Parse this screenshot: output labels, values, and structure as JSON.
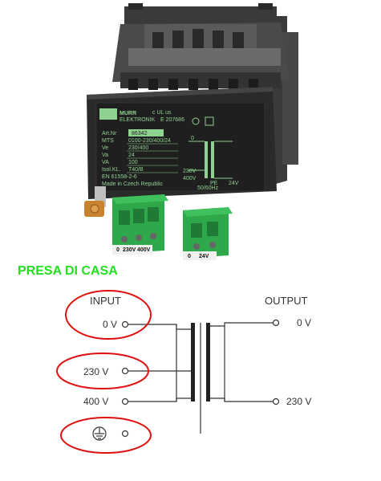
{
  "title": "PRESA DI CASA",
  "colors": {
    "title": "#20e020",
    "highlight_ellipse": "#e01010",
    "transformer_body": "#2a2a2a",
    "terminal_block": "#2ea84a",
    "label_plate": "#8fd18f"
  },
  "product_label": {
    "brand": "MURR",
    "brand_sub": "ELEKTRONIK",
    "cert": "c UL us",
    "cert_number": "E 207686",
    "art_no_label": "Art.Nr",
    "art_no": "86342",
    "rows": [
      {
        "key": "MTS",
        "value": "0100-230/400/24"
      },
      {
        "key": "Ve",
        "value": "230/400"
      },
      {
        "key": "Va",
        "value": "24"
      },
      {
        "key": "VA",
        "value": "100"
      },
      {
        "key": "Isol.KL.",
        "value": "T40/B"
      }
    ],
    "standard": "EN 61558-2-6",
    "origin": "Made in Czech Republic",
    "diagram_labels": {
      "top": "0",
      "mid_left": "230V",
      "bottom_left": "400V",
      "right": "24V",
      "pe": "PE",
      "freq": "50/60Hz"
    }
  },
  "terminals": {
    "input": [
      "0",
      "230V",
      "400V"
    ],
    "output": [
      "0",
      "24V"
    ]
  },
  "schematic": {
    "input_title": "INPUT",
    "output_title": "OUTPUT",
    "input_taps": [
      "0 V",
      "230 V",
      "400 V"
    ],
    "output_taps": [
      "0 V",
      "230 V"
    ],
    "ground_icon": "earth-ground-icon"
  }
}
